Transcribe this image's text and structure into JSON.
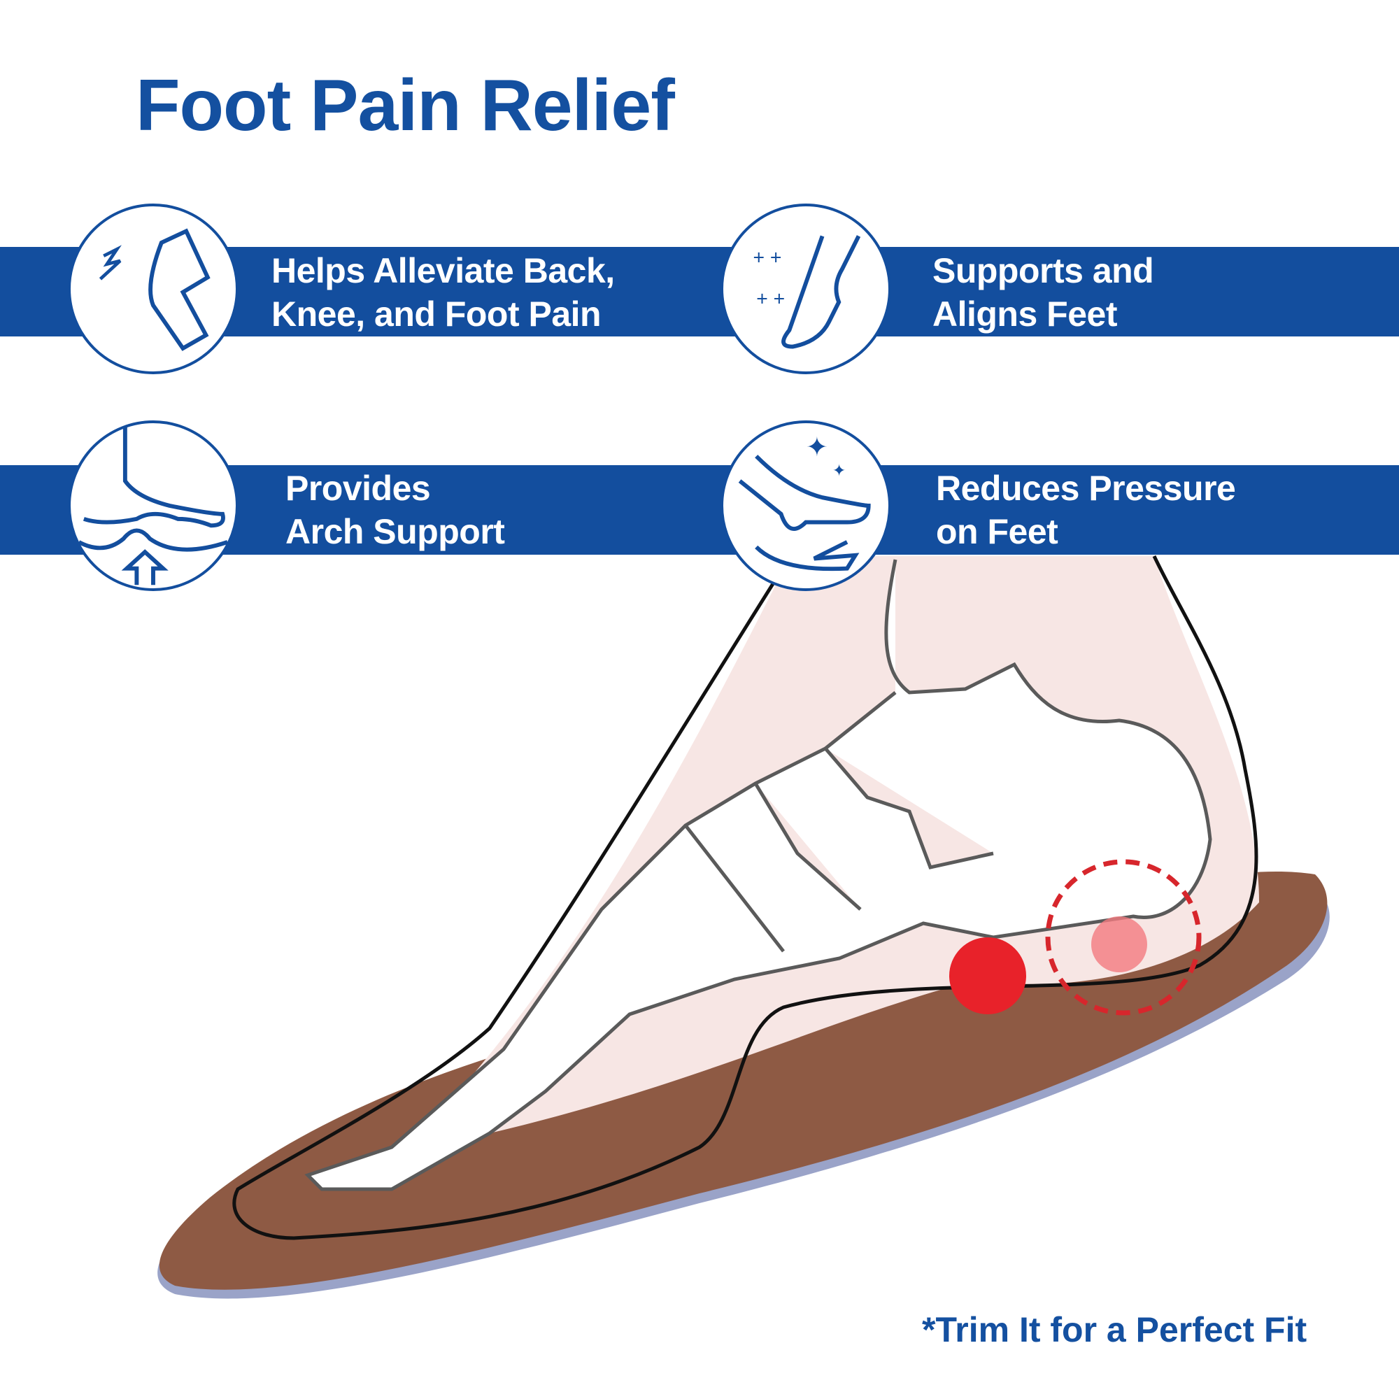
{
  "title": "Foot Pain Relief",
  "features": [
    {
      "line1": "Helps Alleviate Back,",
      "line2": "Knee, and Foot Pain",
      "icon": "knee-pain-icon"
    },
    {
      "line1": "Supports and",
      "line2": "Aligns Feet",
      "icon": "foot-alignment-icon"
    },
    {
      "line1": "Provides",
      "line2": "Arch Support",
      "icon": "arch-support-icon"
    },
    {
      "line1": "Reduces Pressure",
      "line2": "on Feet",
      "icon": "pressure-relief-icon"
    }
  ],
  "footnote": "*Trim It for a Perfect Fit",
  "colors": {
    "brand": "#134e9e",
    "insole": "#8e5a44",
    "pain": "#e8222a"
  }
}
